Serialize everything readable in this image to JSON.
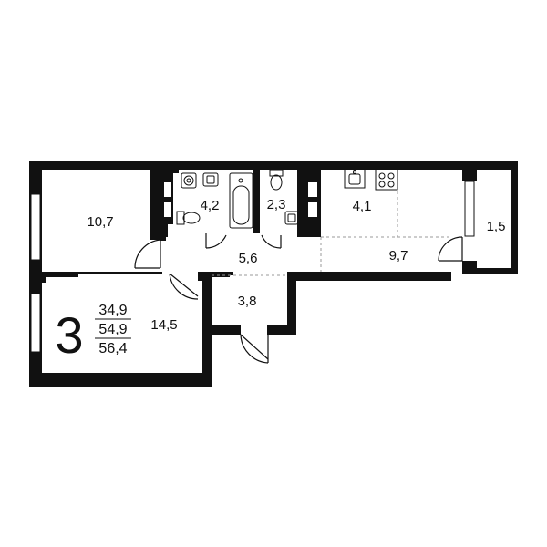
{
  "plan": {
    "rooms_count": "3",
    "areas": {
      "living": "34,9",
      "total": "54,9",
      "total_with_balcony": "56,4"
    },
    "rooms": {
      "room_top_left": "10,7",
      "bathroom": "4,2",
      "toilet": "2,3",
      "kitchen": "4,1",
      "corridor": "5,6",
      "living_room": "9,7",
      "balcony": "1,5",
      "hall": "3,8",
      "room_bottom_left": "14,5"
    }
  }
}
